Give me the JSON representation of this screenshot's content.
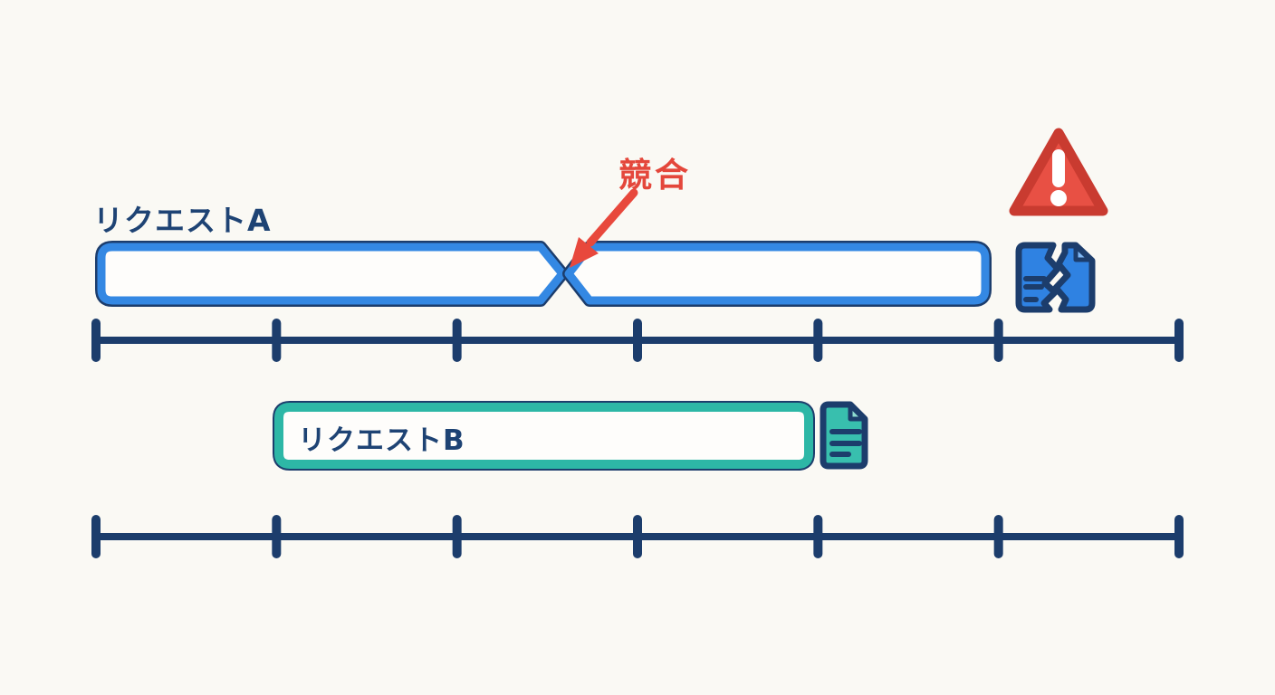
{
  "diagram": {
    "background_color": "#FAF9F4",
    "request_a": {
      "label": "リクエストA",
      "result_icon": "broken-document-icon",
      "status_icon": "warning-triangle-icon"
    },
    "conflict": {
      "label": "競合",
      "annotation_icon": "conflict-arrow-icon"
    },
    "request_b": {
      "label": "リクエストB",
      "result_icon": "document-icon"
    },
    "timeline": {
      "rows": 2,
      "tick_count": 7
    },
    "colors": {
      "navy_outline": "#1C3D6C",
      "bright_blue": "#3488E3",
      "teal": "#2DB7A6",
      "alert_red": "#E8483C",
      "alert_red_dark": "#C93B30",
      "label_navy": "#1E4374",
      "conflict_red": "#E4473B"
    }
  }
}
